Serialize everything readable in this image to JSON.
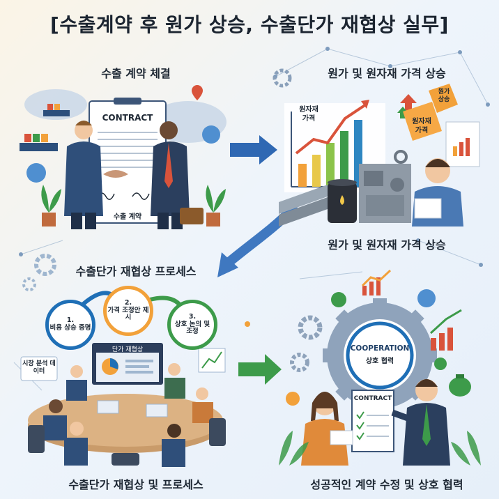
{
  "title": "[수출계약 후 원가 상승, 수출단가 재협상 실무]",
  "panels": {
    "p1": {
      "caption": "수출 계약 체결",
      "doc_heading": "CONTRACT",
      "doc_footer": "수출 계약"
    },
    "p2": {
      "caption": "원가 및 원자재 가격 상승",
      "chart_label_top": "원자재",
      "chart_label_bottom": "가격",
      "tag_small_top": "원가",
      "tag_small_bottom": "상승",
      "tag_big_top": "원자재",
      "tag_big_bottom": "가격",
      "caption_lower": "원가 및 원자재 가격 상승"
    },
    "p3": {
      "caption": "수출단가 재협상 프로세스",
      "step1_num": "1.",
      "step1_text": "비용 상승 증명",
      "step2_num": "2.",
      "step2_text": "가격 조정안 제시",
      "step3_num": "3.",
      "step3_text": "상호 논의 및 조정",
      "screen_label": "단가 재협상",
      "market_card": "시장 분석 데이터",
      "caption_bottom": "수출단가 재협상 및 프로세스"
    },
    "p4": {
      "gear_top": "COOPERATION",
      "gear_bottom": "상호 협력",
      "doc_heading": "CONTRACT",
      "caption_bottom": "성공적인 계약 수정 및 상호 협력"
    }
  },
  "colors": {
    "navy": "#1f3f66",
    "blue": "#1f6fb6",
    "green": "#3d9b4a",
    "orange": "#f2a13a",
    "red": "#d9533b",
    "paper": "#ffffff"
  }
}
